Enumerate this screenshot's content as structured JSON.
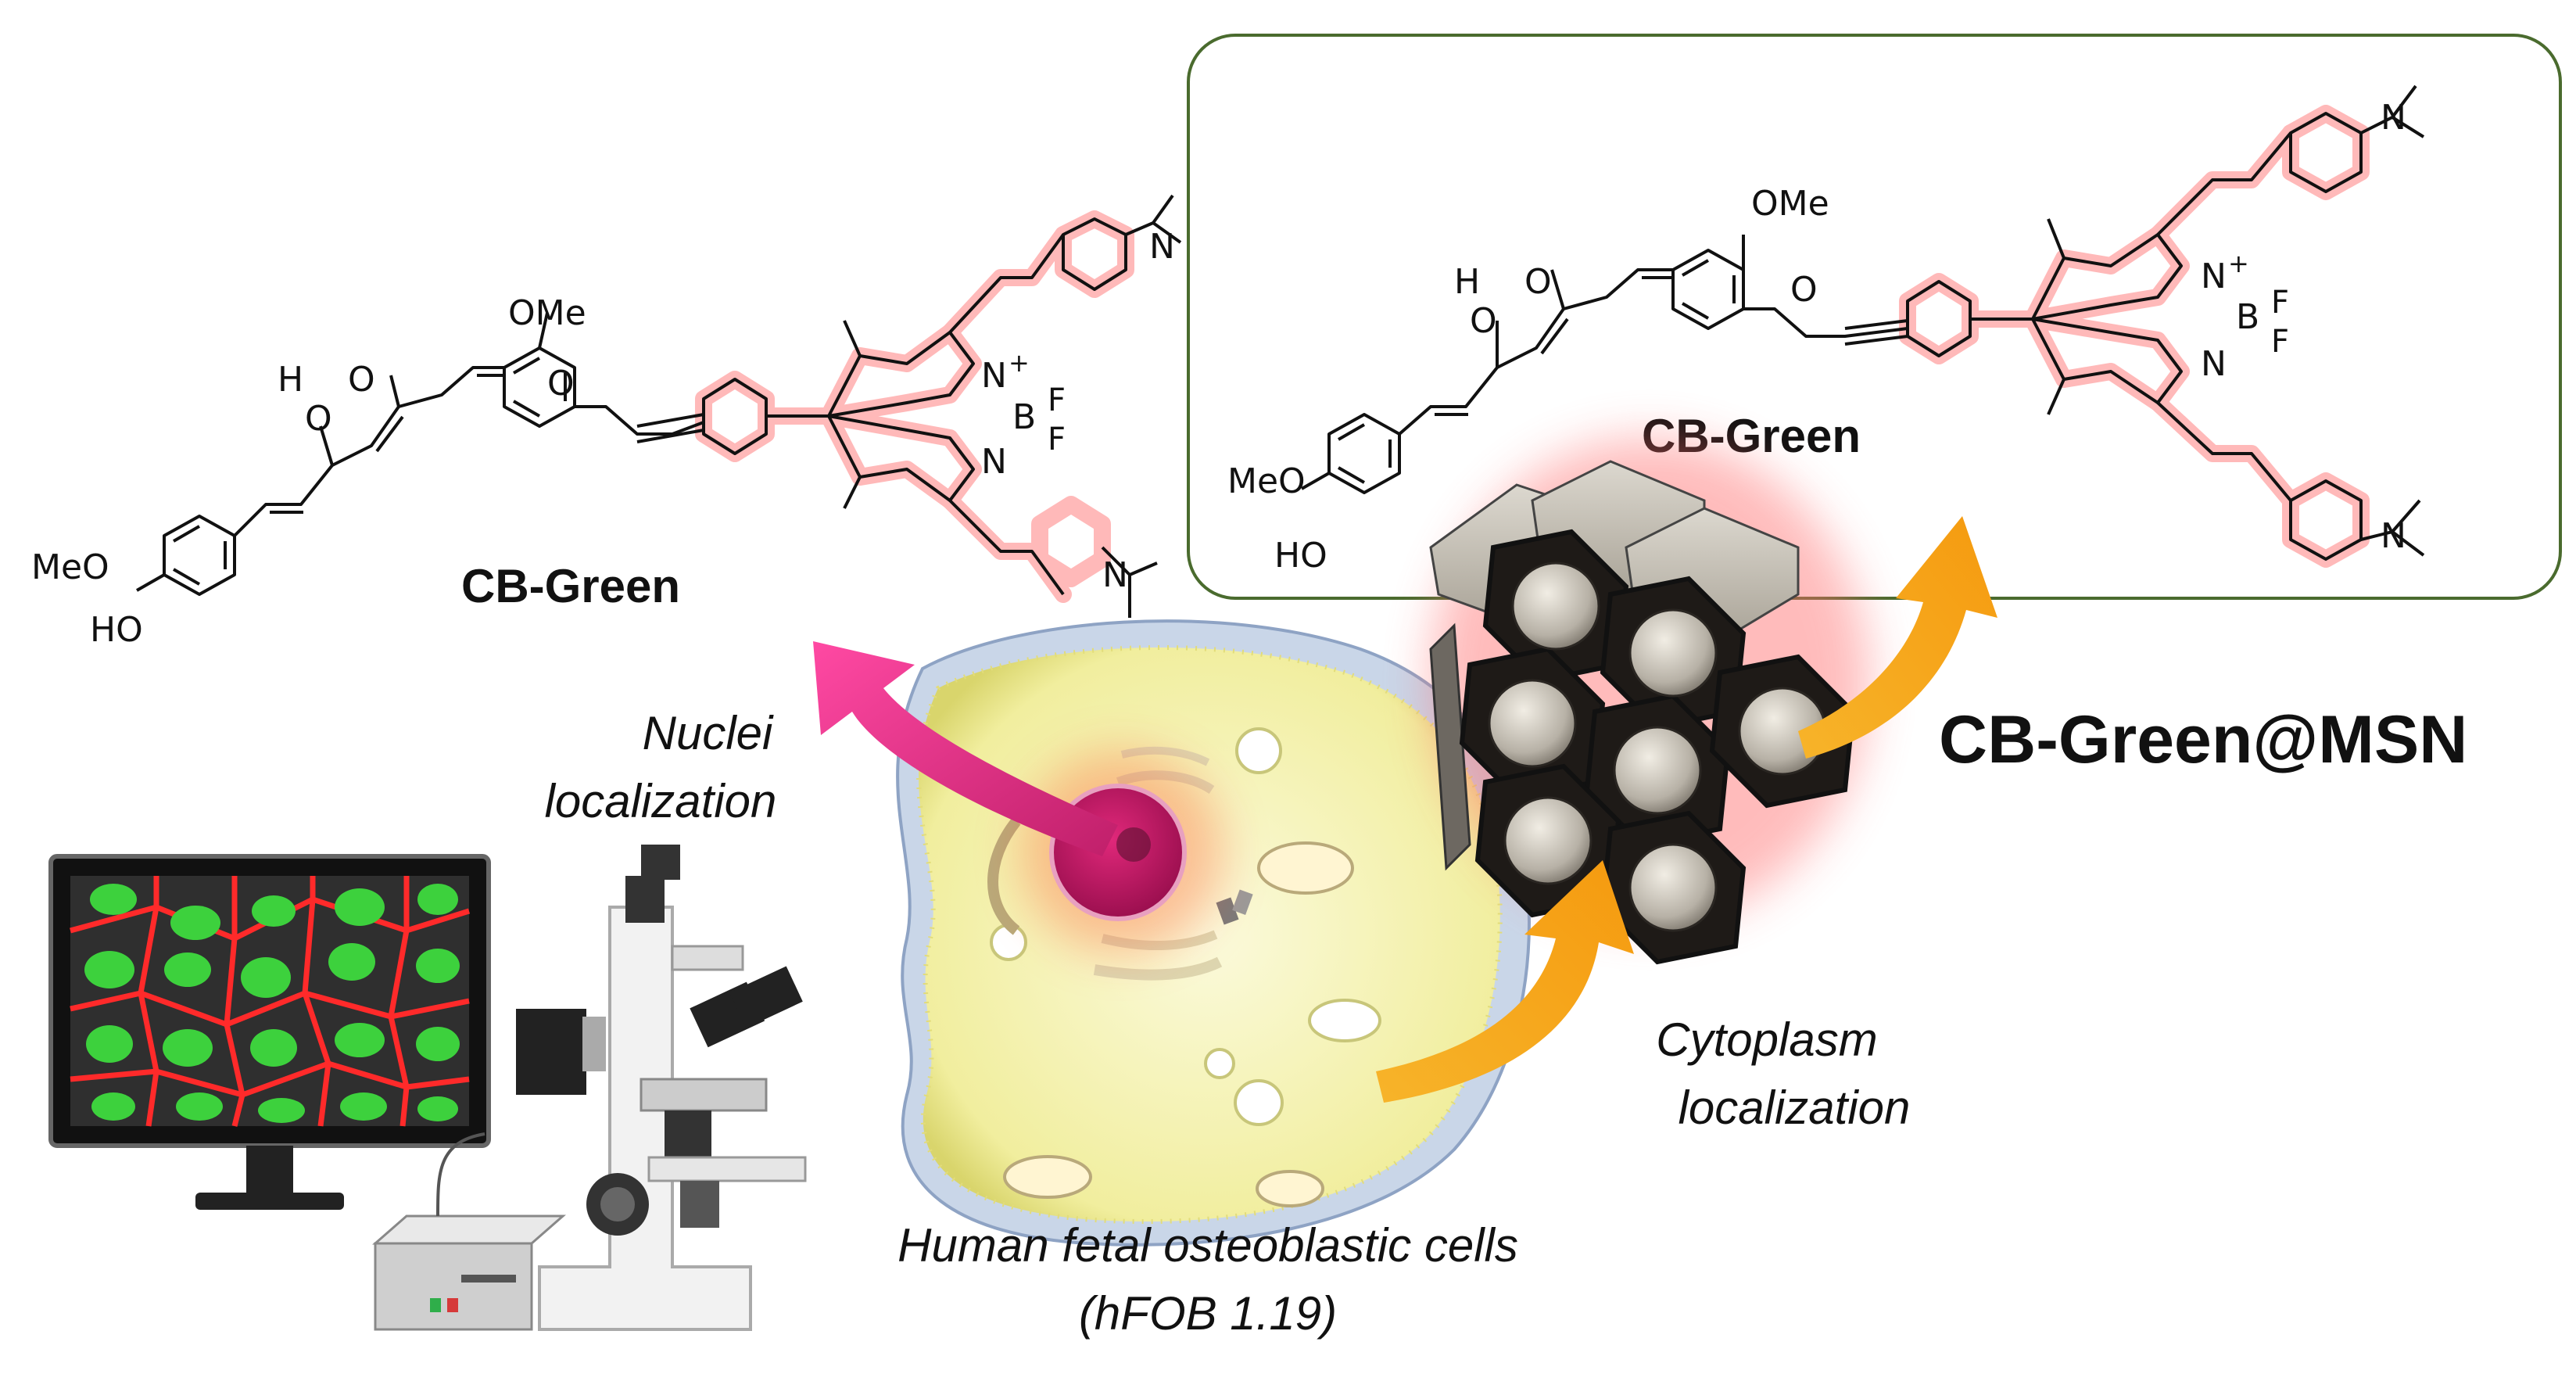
{
  "compound_label_left": "CB-Green",
  "compound_label_right": "CB-Green",
  "nanoparticle_label": "CB-Green@MSN",
  "nuclei_label": "Nuclei localization",
  "nuclei_label_line1": "Nuclei",
  "nuclei_label_line2": "localization",
  "cytoplasm_label_line1": "Cytoplasm",
  "cytoplasm_label_line2": "localization",
  "cells_label_line1": "Human fetal osteoblastic cells",
  "cells_label_line2": "(hFOB 1.19)",
  "atoms": {
    "ome": "OMe",
    "meo": "MeO",
    "ho": "HO",
    "oh_h": "H",
    "o": "O",
    "n_plus": "N",
    "plus": "+",
    "minus": "-",
    "b": "B",
    "f": "F",
    "n": "N"
  },
  "colors": {
    "glow": "#ff6b6b",
    "nuclei_arrow": "#e8338a",
    "cytoplasm_arrow": "#f7a51c",
    "cell_fill": "#f4f2b0",
    "box_border": "#4a6b2e"
  }
}
